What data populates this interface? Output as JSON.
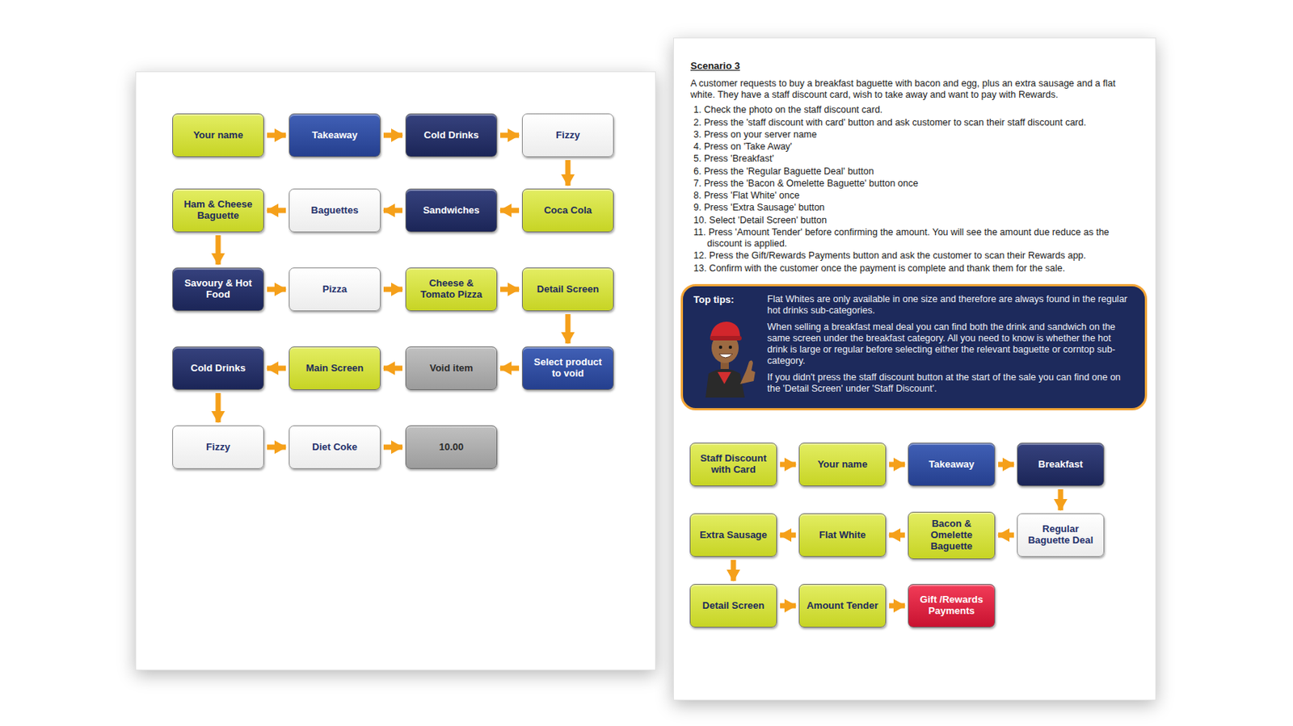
{
  "diagram": {
    "nodes": [
      {
        "text": [
          "Your name"
        ]
      },
      {
        "text": [
          "Takeaway"
        ]
      },
      {
        "text": [
          "Cold Drinks"
        ]
      },
      {
        "text": [
          "Fizzy"
        ]
      },
      {
        "text": [
          "Coca Cola"
        ]
      },
      {
        "text": [
          "Sandwiches"
        ]
      },
      {
        "text": [
          "Baguettes"
        ]
      },
      {
        "text": [
          "Ham & Cheese Baguette"
        ]
      },
      {
        "text": [
          "Savoury & Hot Food"
        ]
      },
      {
        "text": [
          "Pizza"
        ]
      },
      {
        "text": [
          "Cheese & Tomato Pizza"
        ]
      },
      {
        "text": [
          "Detail Screen"
        ]
      },
      {
        "text": [
          "Select product to void"
        ]
      },
      {
        "text": [
          "Void item"
        ]
      },
      {
        "text": [
          "Main Screen"
        ]
      },
      {
        "text": [
          "Cold Drinks"
        ]
      },
      {
        "text": [
          "Fizzy"
        ]
      },
      {
        "text": [
          "Diet Coke"
        ]
      },
      {
        "text": [
          "10.00"
        ]
      },
      {
        "text": [
          "Top tips:",
          "Flat Whites are only available in one size and therefore are always found in the regular hot drinks sub-categories.",
          "When selling a breakfast meal deal you can find both the drink and sandwich on the same screen under the breakfast category. All you need to know is whether the hot drink is large or regular before selecting either the relevant baguette or corntop sub-category.",
          "If you didn't press the staff discount button at the start of the sale you can find one on the 'Detail Screen' under 'Staff Discount'."
        ]
      },
      {
        "text": [
          "Staff Discount with Card"
        ]
      },
      {
        "text": [
          "Your name"
        ]
      },
      {
        "text": [
          "Takeaway"
        ]
      },
      {
        "text": [
          "Breakfast"
        ]
      },
      {
        "text": [
          "Regular Baguette Deal"
        ]
      },
      {
        "text": [
          "Bacon & Omelette Baguette"
        ]
      },
      {
        "text": [
          "Flat White"
        ]
      },
      {
        "text": [
          "Extra Sausage"
        ]
      },
      {
        "text": [
          "Detail Screen"
        ]
      },
      {
        "text": [
          "Amount Tender"
        ]
      },
      {
        "text": [
          "Gift /Rewards Payments"
        ]
      }
    ],
    "edges": [
      {
        "from": 0,
        "to": 1,
        "arrow": "to"
      },
      {
        "from": 1,
        "to": 2,
        "arrow": "to"
      },
      {
        "from": 2,
        "to": 3,
        "arrow": "to"
      },
      {
        "from": 3,
        "to": 4,
        "arrow": "to"
      },
      {
        "from": 4,
        "to": 5,
        "arrow": "to"
      },
      {
        "from": 5,
        "to": 6,
        "arrow": "to"
      },
      {
        "from": 6,
        "to": 7,
        "arrow": "to"
      },
      {
        "from": 7,
        "to": 8,
        "arrow": "to"
      },
      {
        "from": 8,
        "to": 9,
        "arrow": "to"
      },
      {
        "from": 9,
        "to": 10,
        "arrow": "to"
      },
      {
        "from": 10,
        "to": 11,
        "arrow": "to"
      },
      {
        "from": 11,
        "to": 12,
        "arrow": "to"
      },
      {
        "from": 12,
        "to": 13,
        "arrow": "to"
      },
      {
        "from": 13,
        "to": 14,
        "arrow": "to"
      },
      {
        "from": 14,
        "to": 15,
        "arrow": "to"
      },
      {
        "from": 15,
        "to": 16,
        "arrow": "to"
      },
      {
        "from": 16,
        "to": 17,
        "arrow": "to"
      },
      {
        "from": 17,
        "to": 18,
        "arrow": "to"
      },
      {
        "from": 20,
        "to": 21,
        "arrow": "to"
      },
      {
        "from": 21,
        "to": 22,
        "arrow": "to"
      },
      {
        "from": 22,
        "to": 23,
        "arrow": "to"
      },
      {
        "from": 23,
        "to": 24,
        "arrow": "to"
      },
      {
        "from": 24,
        "to": 25,
        "arrow": "to"
      },
      {
        "from": 25,
        "to": 26,
        "arrow": "to"
      },
      {
        "from": 26,
        "to": 27,
        "arrow": "to"
      },
      {
        "from": 27,
        "to": 28,
        "arrow": "to"
      },
      {
        "from": 28,
        "to": 29,
        "arrow": "to"
      },
      {
        "from": 29,
        "to": 30,
        "arrow": "to"
      }
    ],
    "labels": [
      "Scenario 3",
      "A customer requests to buy a breakfast baguette with bacon and egg, plus an extra sausage and a flat white. They have a staff discount card, wish to take away and want to pay with Rewards.",
      "1. Check the photo on the staff discount card.",
      "2. Press the 'staff discount with card' button and ask customer to scan their staff discount card.",
      "3. Press on your server name",
      "4. Press on 'Take Away'",
      "5. Press 'Breakfast'",
      "6. Press the 'Regular Baguette Deal' button",
      "7. Press the 'Bacon & Omelette Baguette' button once",
      "8. Press 'Flat White' once",
      "9. Press 'Extra Sausage' button",
      "10. Select 'Detail Screen' button",
      "11. Press 'Amount Tender' before confirming the amount. You will see the amount due reduce as the discount is applied.",
      "12. Press the Gift/Rewards Payments button and ask the customer to scan their Rewards app.",
      "13. Confirm with the customer once the payment is complete and thank them for the sale."
    ]
  }
}
